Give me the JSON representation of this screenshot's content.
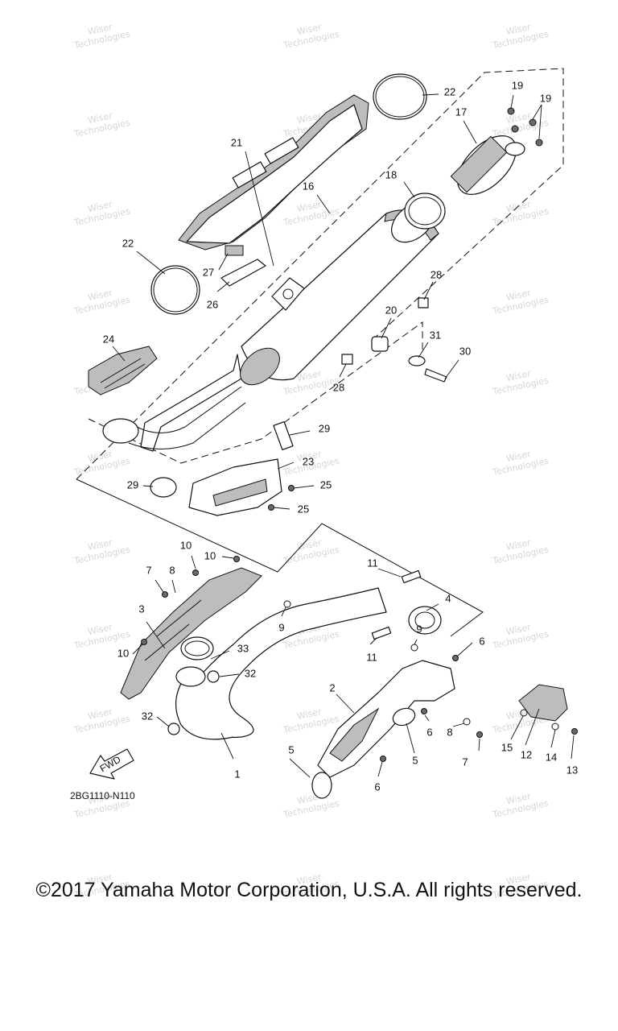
{
  "diagram": {
    "code": "2BG1110-N110",
    "fwd_label": "FWD",
    "copyright": "©2017 Yamaha Motor Corporation, U.S.A. All rights reserved.",
    "watermark_line1": "Wiser",
    "watermark_line2": "Technologies",
    "callouts": [
      "1",
      "2",
      "3",
      "4",
      "5",
      "5",
      "6",
      "6",
      "6",
      "7",
      "7",
      "8",
      "8",
      "9",
      "9",
      "10",
      "10",
      "10",
      "11",
      "11",
      "12",
      "13",
      "14",
      "15",
      "16",
      "17",
      "18",
      "19",
      "19",
      "20",
      "21",
      "22",
      "22",
      "23",
      "24",
      "25",
      "25",
      "26",
      "27",
      "28",
      "28",
      "29",
      "29",
      "30",
      "31",
      "32",
      "32",
      "33"
    ]
  }
}
